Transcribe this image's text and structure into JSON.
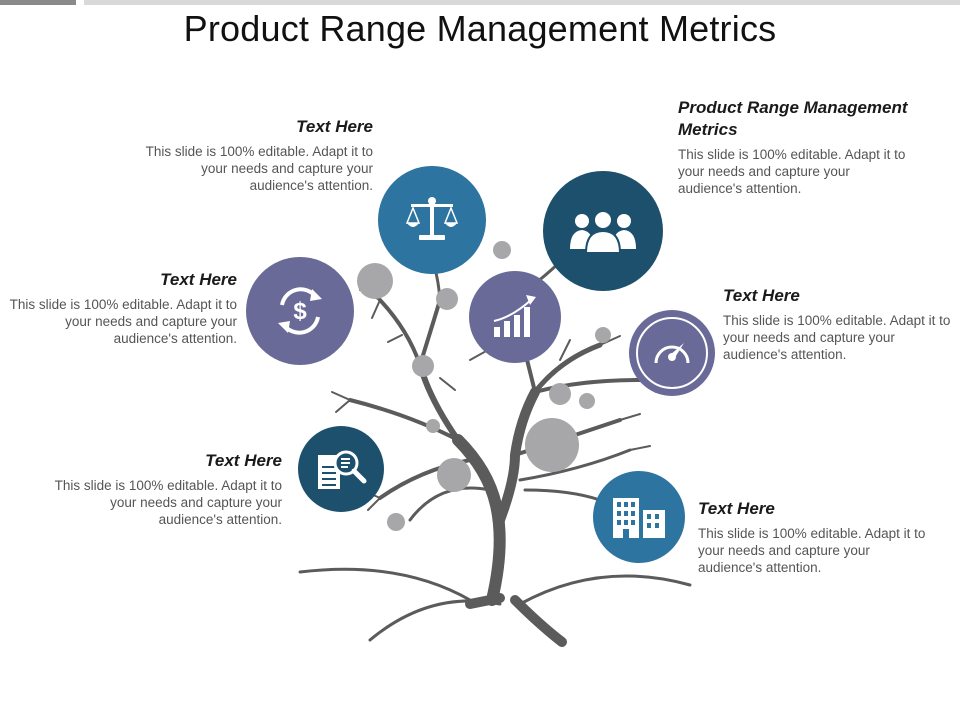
{
  "title": "Product Range Management Metrics",
  "colors": {
    "dark_teal": "#1d506d",
    "steel_blue": "#2e74a0",
    "purple": "#6a6a99",
    "gray_dot": "#a7a7a9",
    "tree": "#5b5b5b"
  },
  "items": [
    {
      "id": "balance",
      "heading": "Text Here",
      "body": "This slide is 100% editable. Adapt it to your needs and capture your audience's attention.",
      "icon": "balance-scale-icon"
    },
    {
      "id": "team",
      "heading": "Product Range Management Metrics",
      "body": "This slide is 100% editable. Adapt it to your needs and capture your audience's attention.",
      "icon": "team-icon"
    },
    {
      "id": "dollar",
      "heading": "Text Here",
      "body": "This slide is 100% editable. Adapt it to your needs and capture your audience's attention.",
      "icon": "dollar-cycle-icon"
    },
    {
      "id": "growth",
      "heading": "",
      "body": "",
      "icon": "growth-chart-icon"
    },
    {
      "id": "gauge",
      "heading": "Text Here",
      "body": "This slide is 100% editable. Adapt it to your needs and capture your audience's attention.",
      "icon": "gauge-icon"
    },
    {
      "id": "search",
      "heading": "Text Here",
      "body": "This slide is 100% editable. Adapt it to your needs and capture your audience's attention.",
      "icon": "document-search-icon"
    },
    {
      "id": "building",
      "heading": "Text Here",
      "body": "This slide is 100% editable. Adapt it to your needs and capture your audience's attention.",
      "icon": "building-icon"
    }
  ]
}
